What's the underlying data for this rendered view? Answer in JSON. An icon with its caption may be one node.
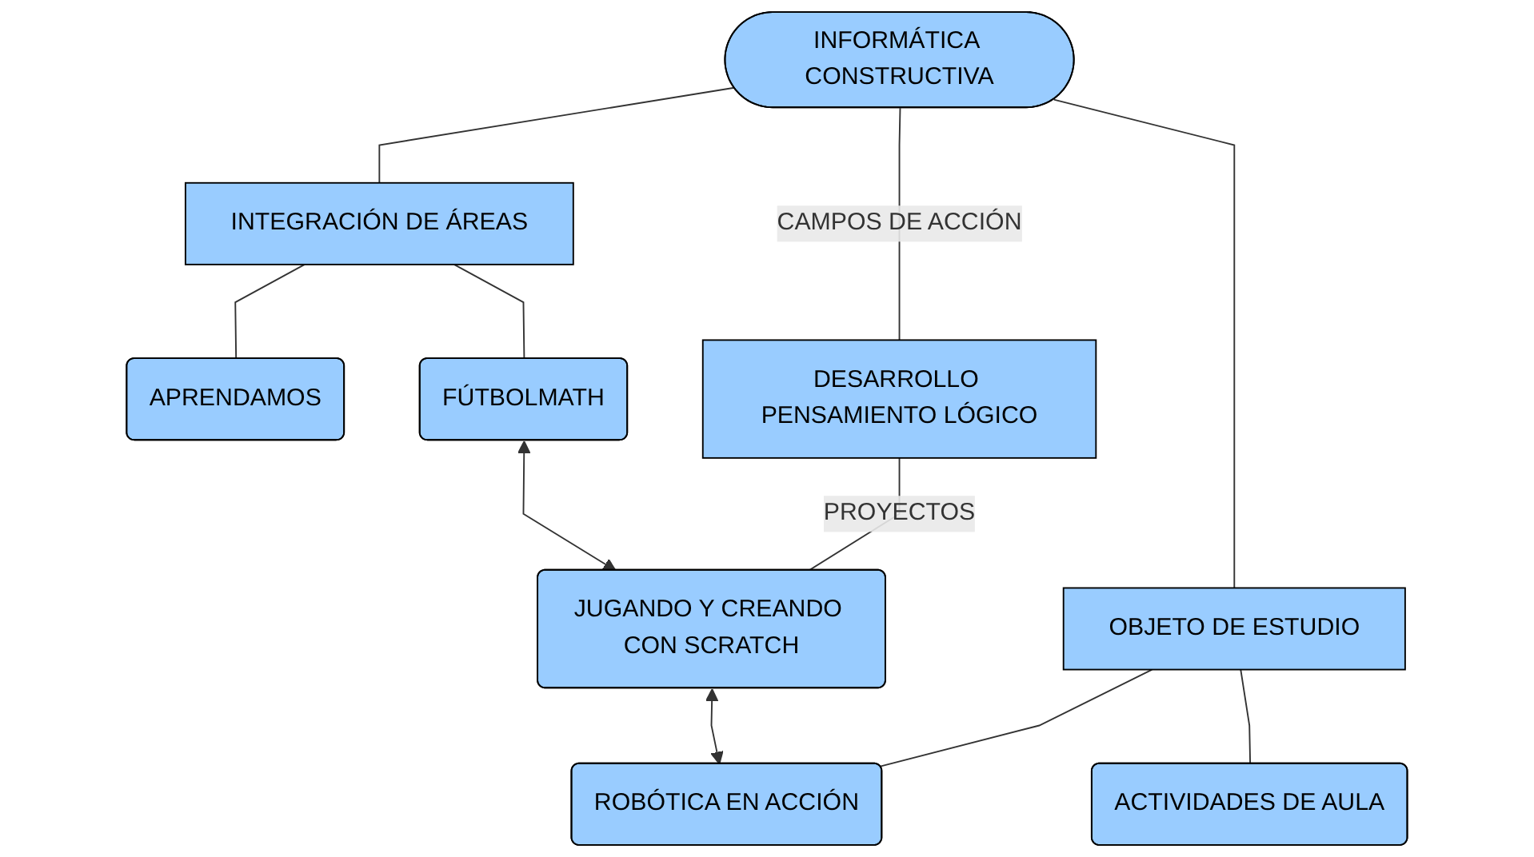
{
  "diagram": {
    "nodes": [
      {
        "text": [
          "INFORMÁTICA CONSTRUCTIVA"
        ]
      },
      {
        "text": [
          "INTEGRACIÓN DE ÁREAS"
        ]
      },
      {
        "text": [
          "DESARROLLO PENSAMIENTO LÓGICO"
        ]
      },
      {
        "text": [
          "OBJETO DE ESTUDIO"
        ]
      },
      {
        "text": [
          "APRENDAMOS"
        ]
      },
      {
        "text": [
          "FÚTBOLMATH"
        ]
      },
      {
        "text": [
          "JUGANDO Y CREANDO CON SCRATCH"
        ]
      },
      {
        "text": [
          "ROBÓTICA EN ACCIÓN"
        ]
      },
      {
        "text": [
          "ACTIVIDADES DE AULA"
        ]
      }
    ],
    "edges": [
      {
        "from": 0,
        "to": 1,
        "arrow": "none"
      },
      {
        "from": 0,
        "to": 2,
        "arrow": "none",
        "label": "CAMPOS DE ACCIÓN"
      },
      {
        "from": 0,
        "to": 3,
        "arrow": "none"
      },
      {
        "from": 1,
        "to": 4,
        "arrow": "none"
      },
      {
        "from": 1,
        "to": 5,
        "arrow": "none"
      },
      {
        "from": 2,
        "to": 6,
        "arrow": "none",
        "label": "PROYECTOS"
      },
      {
        "from": 3,
        "to": 7,
        "arrow": "none"
      },
      {
        "from": 3,
        "to": 8,
        "arrow": "none"
      },
      {
        "from": 5,
        "to": 6,
        "arrow": "both"
      },
      {
        "from": 6,
        "to": 7,
        "arrow": "both"
      }
    ]
  }
}
